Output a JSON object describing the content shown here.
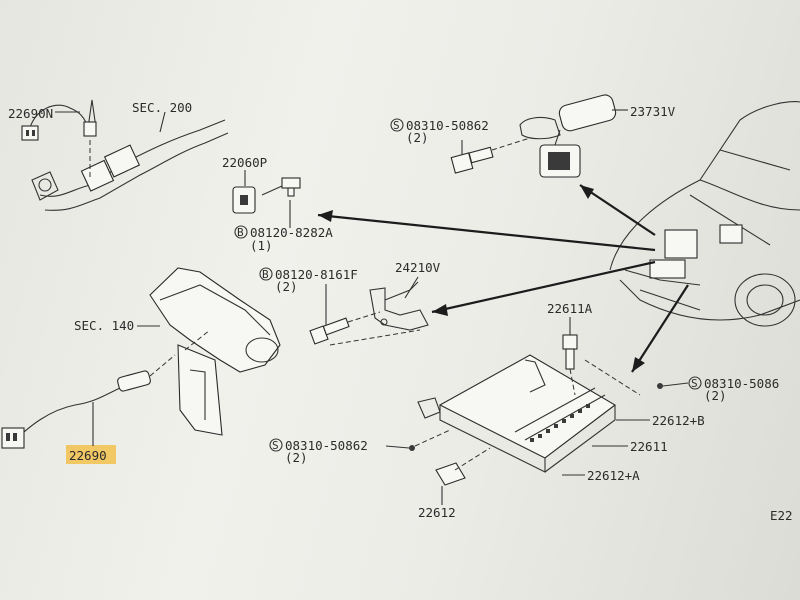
{
  "labels": {
    "o2_front_part": "22690N",
    "sec_200": "SEC. 200",
    "sensor_bolt_code": "S",
    "sensor_bolt_part": "08310-50862",
    "sensor_bolt_qty": "(2)",
    "crank_sensor_part": "23731V",
    "sensor_22060p": "22060P",
    "bolt_b1_code": "B",
    "bolt_b1_part": "08120-8282A",
    "bolt_b1_qty": "(1)",
    "bolt_b2_code": "B",
    "bolt_b2_part": "08120-8161F",
    "bolt_b2_qty": "(2)",
    "bracket_part": "24210V",
    "sec_140": "SEC. 140",
    "o2_rear_part": "22690",
    "ecm_bolt_part": "22611A",
    "ecm_screw_right_code": "S",
    "ecm_screw_right_part": "08310-5086",
    "ecm_screw_right_qty": "(2)",
    "bracket_b": "22612+B",
    "ecm_unit": "22611",
    "ecm_screw_left_code": "S",
    "ecm_screw_left_part": "08310-50862",
    "ecm_screw_left_qty": "(2)",
    "bracket_a": "22612+A",
    "clip_part": "22612",
    "figure_code": "E22"
  },
  "colors": {
    "highlight": "#f2c14e",
    "ink": "#2b2b2b",
    "paper": "#eeeee9"
  }
}
